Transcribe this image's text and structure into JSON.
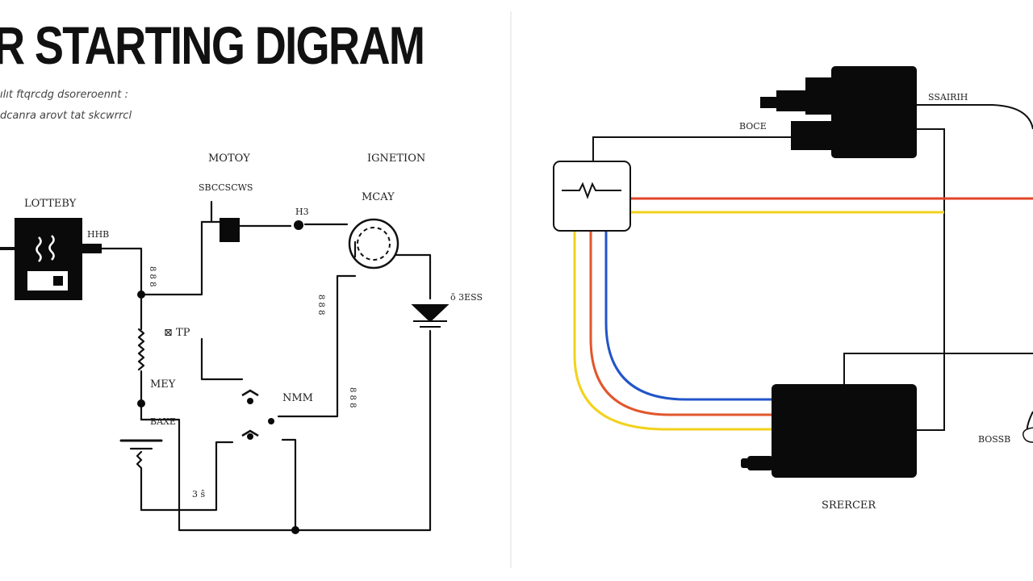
{
  "title": "R STARTING DIGRAM",
  "subtitle_lines": [
    "ılıt ftqrcdg dsoreroennt :",
    "dcanra arovt tat skcwrrcl"
  ],
  "left_diagram": {
    "labels": {
      "battery": "LOTTEBY",
      "battery_term": "HHB",
      "motor": "MOTOY",
      "relay": "SBCCSCWS",
      "fuse": "H3",
      "ignition_top": "IGNETION",
      "ignition": "MCAY",
      "diode": "ŏ 3ESS",
      "mid_small": "⊠ TP",
      "key": "MEY",
      "key_sub": "BAXE",
      "switch": "NMM",
      "bottom": "3 ŝ"
    }
  },
  "right_diagram": {
    "labels": {
      "top_right": "SSAIRIH",
      "mid_top": "BOCE",
      "bottom_right": "BOSSB",
      "starter": "SRERCER"
    },
    "wire_colors": {
      "red": "#e0452a",
      "yellow": "#f2d21c",
      "orange": "#e2562c",
      "blue": "#2355c8",
      "black": "#0a0a0a"
    }
  }
}
